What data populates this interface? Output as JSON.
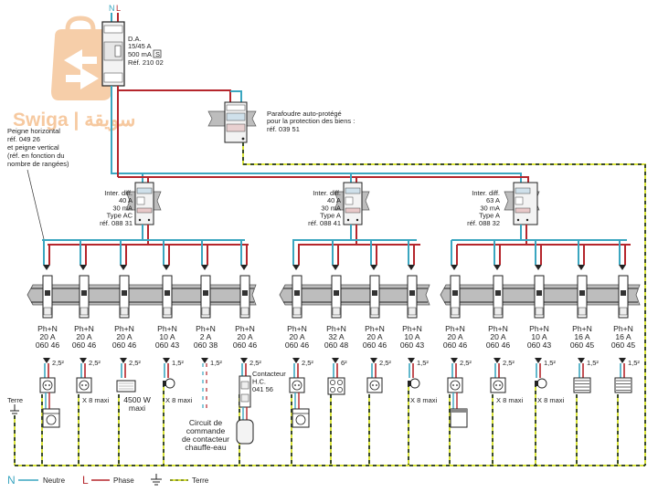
{
  "colors": {
    "neutral": "#3aa6c0",
    "phase": "#b5262c",
    "earth_a": "#d8e23a",
    "earth_b": "#3a4a2a",
    "rail": "#bdbdbd",
    "watermark": "#f6c9a0"
  },
  "watermark": {
    "text": "Swiga | سويقة"
  },
  "main_breaker": {
    "top_labels": [
      "N",
      "L"
    ],
    "lines": [
      "D.A.",
      "15/45 A",
      "500 mA",
      "Réf. 210 02"
    ],
    "badge": "S"
  },
  "surge_protector": {
    "lines": [
      "Parafoudre auto-protégé",
      "pour la protection des biens :",
      "réf. 039 51"
    ]
  },
  "comb_note": {
    "lines": [
      "Peigne horizontal",
      "réf. 049 26",
      "et peigne vertical",
      "(réf. en fonction du",
      "nombre de rangées)"
    ]
  },
  "earth_label": "Terre",
  "rcds": [
    {
      "lines": [
        "Inter. diff.",
        "40 A",
        "30 mA",
        "Type AC",
        "réf. 088 31"
      ]
    },
    {
      "lines": [
        "Inter. diff.",
        "40 A",
        "30 mA",
        "Type A",
        "réf. 088 41"
      ]
    },
    {
      "lines": [
        "Inter. diff.",
        "63 A",
        "30 mA",
        "Type A",
        "réf. 088 32"
      ]
    }
  ],
  "circuits": [
    {
      "group": 0,
      "type": "Ph+N",
      "rating": "20 A",
      "ref": "060 46",
      "section": "2,5²",
      "load": "socket+washer",
      "note": ""
    },
    {
      "group": 0,
      "type": "Ph+N",
      "rating": "20 A",
      "ref": "060 46",
      "section": "2,5²",
      "load": "socket",
      "note": "X 8 maxi"
    },
    {
      "group": 0,
      "type": "Ph+N",
      "rating": "20 A",
      "ref": "060 46",
      "section": "2,5²",
      "load": "heater",
      "note": "4500 W maxi"
    },
    {
      "group": 0,
      "type": "Ph+N",
      "rating": "10 A",
      "ref": "060 43",
      "section": "1,5²",
      "load": "lamp",
      "note": "X 8 maxi"
    },
    {
      "group": 0,
      "type": "Ph+N",
      "rating": "2 A",
      "ref": "060 38",
      "section": "1,5²",
      "load": "control",
      "note": "Circuit de commande de contacteur chauffe-eau"
    },
    {
      "group": 0,
      "type": "Ph+N",
      "rating": "20 A",
      "ref": "060 46",
      "section": "2,5²",
      "load": "contactor+boiler",
      "note": "Contacteur H.C. 041 56"
    },
    {
      "group": 1,
      "type": "Ph+N",
      "rating": "20 A",
      "ref": "060 46",
      "section": "2,5²",
      "load": "socket+washer",
      "note": ""
    },
    {
      "group": 1,
      "type": "Ph+N",
      "rating": "32 A",
      "ref": "060 48",
      "section": "6²",
      "load": "cooktop",
      "note": ""
    },
    {
      "group": 1,
      "type": "Ph+N",
      "rating": "20 A",
      "ref": "060 46",
      "section": "2,5²",
      "load": "socket",
      "note": ""
    },
    {
      "group": 1,
      "type": "Ph+N",
      "rating": "10 A",
      "ref": "060 43",
      "section": "1,5²",
      "load": "lamp",
      "note": "X 8 maxi"
    },
    {
      "group": 2,
      "type": "Ph+N",
      "rating": "20 A",
      "ref": "060 46",
      "section": "2,5²",
      "load": "socket+dishwasher",
      "note": ""
    },
    {
      "group": 2,
      "type": "Ph+N",
      "rating": "20 A",
      "ref": "060 46",
      "section": "2,5²",
      "load": "socket",
      "note": "X 8 maxi"
    },
    {
      "group": 2,
      "type": "Ph+N",
      "rating": "10 A",
      "ref": "060 43",
      "section": "1,5²",
      "load": "lamp",
      "note": "X 8 maxi"
    },
    {
      "group": 2,
      "type": "Ph+N",
      "rating": "16 A",
      "ref": "060 45",
      "section": "1,5²",
      "load": "shutter",
      "note": ""
    },
    {
      "group": 2,
      "type": "Ph+N",
      "rating": "16 A",
      "ref": "060 45",
      "section": "1,5²",
      "load": "shutter",
      "note": ""
    }
  ],
  "legend": {
    "n_symbol": "N",
    "n_label": "Neutre",
    "l_symbol": "L",
    "l_label": "Phase",
    "earth_label": "Terre"
  }
}
